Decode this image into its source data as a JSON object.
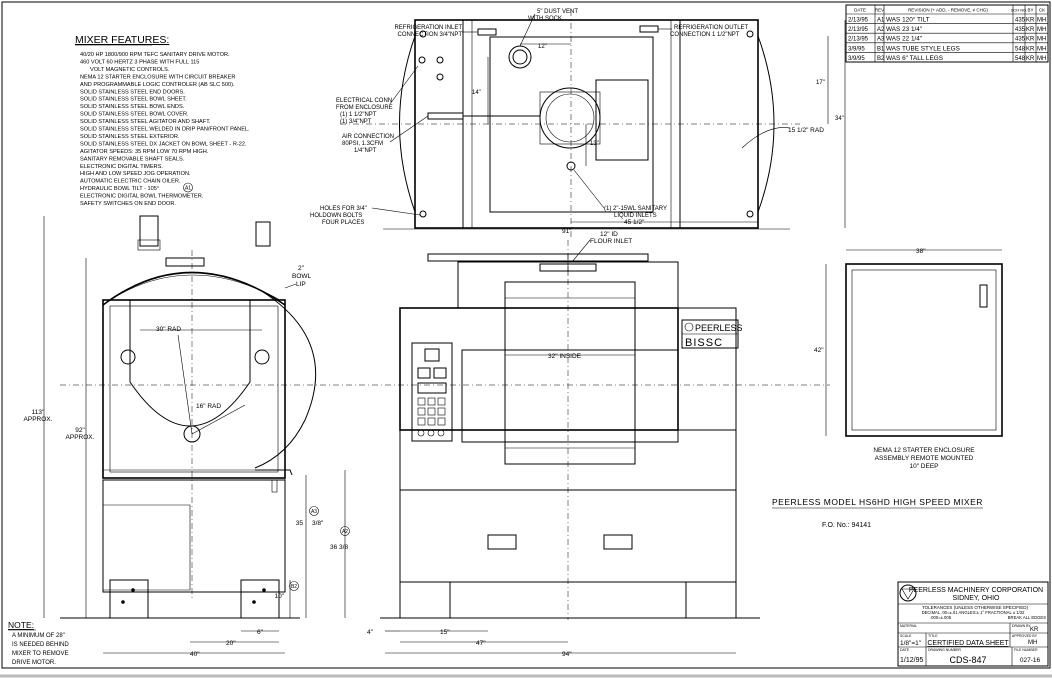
{
  "features": {
    "heading": "MIXER FEATURES:",
    "items": [
      "40/20 HP 1800/900 RPM TEFC SANITARY DRIVE MOTOR.",
      "460 VOLT 60 HERTZ 3 PHASE WITH FULL 115",
      "VOLT MAGNETIC CONTROLS.",
      "NEMA 12 STARTER ENCLOSURE WITH CIRCUIT BREAKER",
      "AND PROGRAMMABLE LOGIC CONTROLER (AB SLC 500).",
      "SOLID STAINLESS STEEL END DOORS.",
      "SOLID STAINLESS STEEL BOWL SHEET.",
      "SOLID STAINLESS STEEL BOWL ENDS.",
      "SOLID STAINLESS STEEL BOWL COVER.",
      "SOLID STAINLESS STEEL AGITATOR AND SHAFT.",
      "SOLID STAINLESS STEEL WELDED IN DRIP PAN/FRONT PANEL.",
      "SOLID STAINLESS STEEL EXTERIOR.",
      "SOLID STAINLESS STEEL DX JACKET ON BOWL SHEET - R-22.",
      "AGITATOR SPEEDS: 35 RPM LOW 70 RPM HIGH.",
      "SANITARY REMOVABLE SHAFT SEALS.",
      "ELECTRONIC DIGITAL TIMERS.",
      "HIGH AND LOW SPEED JOG OPERATION.",
      "AUTOMATIC ELECTRIC CHAIN OILER.",
      "HYDRAULIC BOWL TILT - 105°",
      "ELECTRONIC DIGITAL BOWL THERMOMETER.",
      "SAFETY SWITCHES ON END DOOR."
    ],
    "tilt_rev_marker": "A1"
  },
  "note": {
    "heading": "NOTE:",
    "lines": [
      "A MINIMUM OF 28\"",
      "IS NEEDED BEHIND",
      "MIXER TO REMOVE",
      "DRIVE MOTOR."
    ]
  },
  "revisions": {
    "headers": [
      "DATE",
      "REV",
      "REVISION (+ ADD, - REMOVE, ≠ CHG)",
      "SCH NO.",
      "BY",
      "CK"
    ],
    "rows": [
      [
        "2/13/95",
        "A1",
        "WAS 120° TILT",
        "435",
        "KR",
        "MH"
      ],
      [
        "2/13/95",
        "A2",
        "WAS 23 1/4\"",
        "435",
        "KR",
        "MH"
      ],
      [
        "2/13/95",
        "A3",
        "WAS 22 1/4\"",
        "435",
        "KR",
        "MH"
      ],
      [
        "3/9/95",
        "B1",
        "WAS TUBE STYLE LEGS",
        "548",
        "KR",
        "MH"
      ],
      [
        "3/9/95",
        "B2",
        "WAS 6\" TALL LEGS",
        "548",
        "KR",
        "MH"
      ]
    ]
  },
  "top_view": {
    "dust_vent": [
      "5\" DUST VENT",
      "WITH SOCK"
    ],
    "refrig_inlet": [
      "REFRIGERATION INLET",
      "CONNECTION 3/4\"NPT"
    ],
    "refrig_outlet": [
      "REFRIGERATION OUTLET",
      "CONNECTION 1 1/2\"NPT"
    ],
    "elec_conn": [
      "ELECTRICAL CONN",
      "FROM ENCLOSURE",
      "(1) 1 1/2\"NPT",
      "(1) 3/4\"NPT"
    ],
    "air_conn": [
      "AIR CONNECTION",
      "80PSI, 1.3CFM",
      "1/4\"NPT"
    ],
    "holes": [
      "HOLES FOR 3/4\"",
      "HOLDOWN BOLTS",
      "FOUR PLACES"
    ],
    "liquid": [
      "(1) 2\"-15WL SANITARY",
      "LIQUID INLETS"
    ],
    "rad": "15 1/2\" RAD",
    "dim_12": "12\"",
    "dim_14": "14\"",
    "dim_13": "13\"",
    "dim_17": "17\"",
    "dim_34": "34\"",
    "dim_45": "45 1/2\"",
    "dim_91": "91\""
  },
  "side_view": {
    "dim_113": [
      "113\"",
      "APPROX."
    ],
    "dim_92": [
      "92\"",
      "APPROX."
    ],
    "bowl_lip": [
      "2\"",
      "BOWL",
      "LIP"
    ],
    "rad_30": "30\" RAD",
    "rad_16": "16\" RAD",
    "dim_35": [
      "35",
      "3/8\""
    ],
    "dim_36": "36 3/8",
    "dim_10": "10\"",
    "dim_6": "6\"",
    "dim_20": "20\"",
    "dim_40": "40\"",
    "rev_a3": "A3",
    "rev_a2": "A2",
    "rev_b2": "B2"
  },
  "front_view": {
    "flour": [
      "12\" ID",
      "FLOUR INLET"
    ],
    "inside": "32\" INSIDE",
    "brand_top": "PEERLESS",
    "brand_bottom": "BISSC",
    "dim_4": "4\"",
    "dim_15": "15\"",
    "dim_47": "47\"",
    "dim_94": "94\""
  },
  "enclosure": {
    "dim_38": "38\"",
    "dim_42": "42\"",
    "caption": [
      "NEMA 12 STARTER ENCLOSURE",
      "ASSEMBLY REMOTE MOUNTED",
      "10\" DEEP"
    ]
  },
  "model": {
    "title": "PEERLESS MODEL HS6HD HIGH SPEED MIXER",
    "fo": "F.O. No.: 94141"
  },
  "title_block": {
    "company": "PEERLESS MACHINERY CORPORATION",
    "city": "SIDNEY, OHIO",
    "tol_head": "TOLERANCES (UNLESS OTHERWISE SPECIFIED)",
    "tol_dec": "DECIMAL .00=±.01  ANGLES:± 1°  FRACTIONAL ± 1/32",
    "tol_dec2": ".000=±.005",
    "break": "BREAK ALL EDGES",
    "material_lbl": "MATERIAL",
    "drawn_lbl": "DRAWN BY",
    "drawn": "KR",
    "approved_lbl": "APPROVED BY",
    "approved": "MH",
    "scale_lbl": "SCALE",
    "scale": "1/8\"=1\"",
    "title_lbl": "TITLE",
    "title": "CERTIFIED DATA SHEET",
    "date_lbl": "DATE",
    "date": "1/12/95",
    "dwg_lbl": "DRAWING NUMBER",
    "dwg": "CDS-847",
    "file_lbl": "FILE NUMBER",
    "file": "027-16"
  }
}
